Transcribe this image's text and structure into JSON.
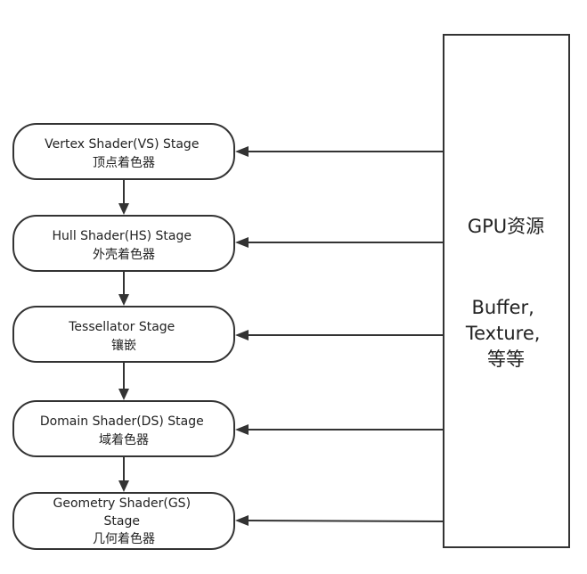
{
  "stages": [
    {
      "lines": [
        "Vertex Shader(VS) Stage",
        "顶点着色器"
      ]
    },
    {
      "lines": [
        "Hull Shader(HS) Stage",
        "外壳着色器"
      ]
    },
    {
      "lines": [
        "Tessellator Stage",
        "镶嵌"
      ]
    },
    {
      "lines": [
        "Domain Shader(DS) Stage",
        "域着色器"
      ]
    },
    {
      "lines": [
        "Geometry Shader(GS)",
        "Stage",
        "几何着色器"
      ]
    }
  ],
  "resource": {
    "title": "GPU资源",
    "lines": [
      "Buffer,",
      "Texture,",
      "等等"
    ]
  }
}
